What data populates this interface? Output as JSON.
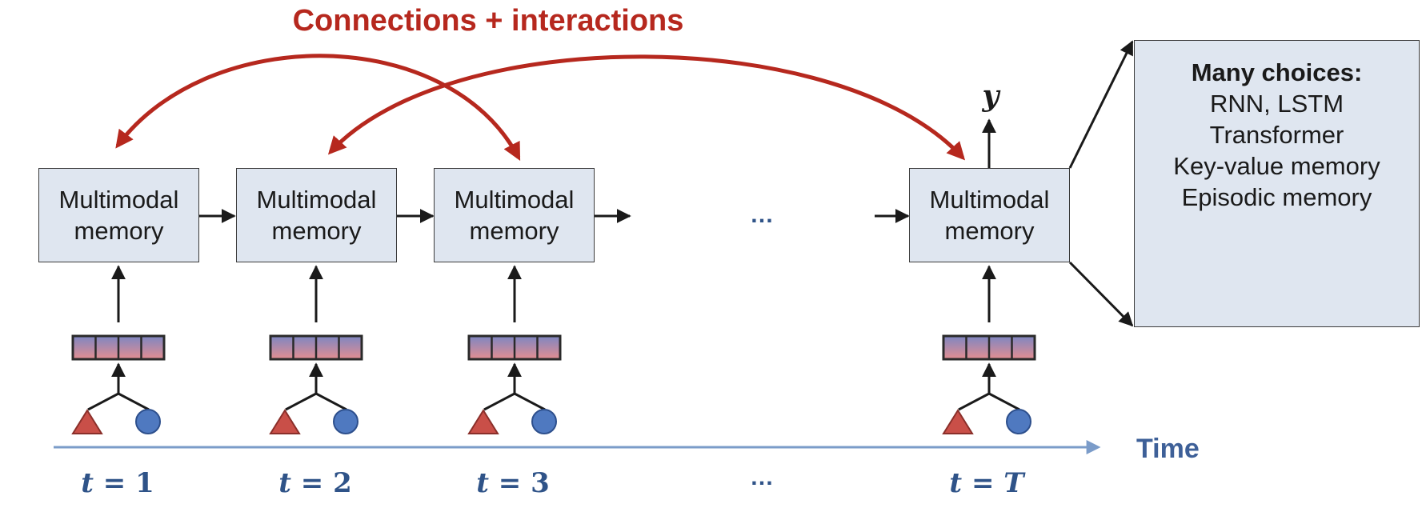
{
  "title": "Connections + interactions",
  "memory_boxes": [
    {
      "line1": "Multimodal",
      "line2": "memory"
    },
    {
      "line1": "Multimodal",
      "line2": "memory"
    },
    {
      "line1": "Multimodal",
      "line2": "memory"
    },
    {
      "line1": "Multimodal",
      "line2": "memory"
    }
  ],
  "choices": {
    "heading": "Many choices:",
    "items": [
      "RNN, LSTM",
      "Transformer",
      "Key-value memory",
      "Episodic memory"
    ]
  },
  "time_steps": [
    {
      "var": "t",
      "eq": " = ",
      "val": "1"
    },
    {
      "var": "t",
      "eq": " = ",
      "val": "2"
    },
    {
      "var": "t",
      "eq": " = ",
      "val": "3"
    },
    {
      "var": "t",
      "eq": " = ",
      "val": "T"
    }
  ],
  "ellipsis": "…",
  "time_axis_label": "Time",
  "output_label": "y",
  "colors": {
    "accent_red": "#b6281e",
    "axis_blue": "#7b9cc9",
    "label_blue": "#2f5388",
    "box_fill": "#dfe6f0",
    "triangle": "#c94f48",
    "circle": "#4f79c0"
  }
}
